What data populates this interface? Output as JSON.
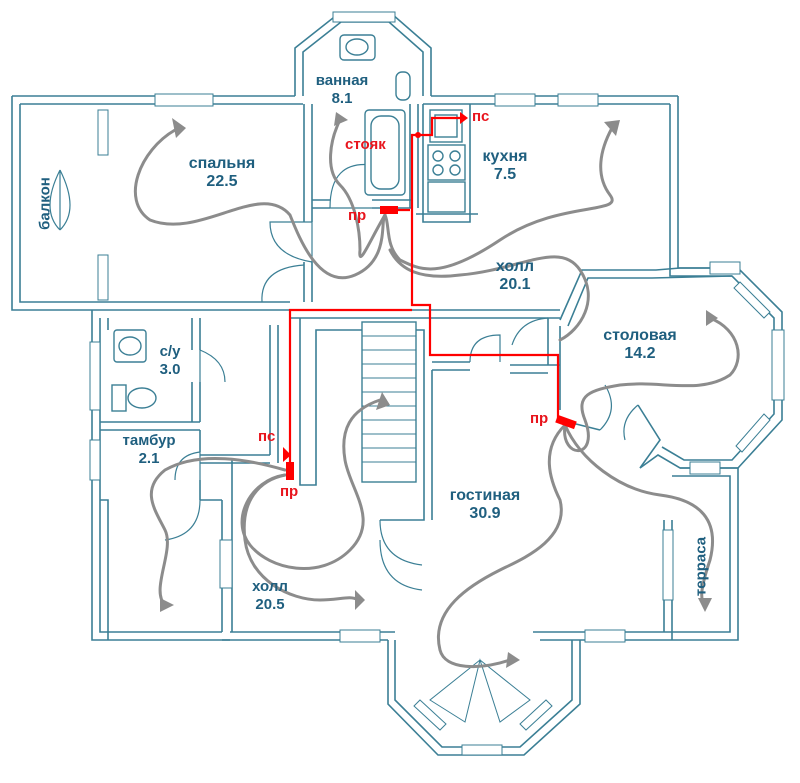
{
  "colors": {
    "wall": "#3b7f95",
    "room_text": "#1f5f7f",
    "duct": "#ff0000",
    "duct_text": "#e8141c",
    "airflow_arrow": "#8c8c8c"
  },
  "rooms": {
    "bathroom": {
      "name": "ванная",
      "area": "8.1"
    },
    "bedroom": {
      "name": "спальня",
      "area": "22.5"
    },
    "kitchen": {
      "name": "кухня",
      "area": "7.5"
    },
    "hall_upper": {
      "name": "холл",
      "area": "20.1"
    },
    "dining": {
      "name": "столовая",
      "area": "14.2"
    },
    "wc": {
      "name": "с/у",
      "area": "3.0"
    },
    "vestibule": {
      "name": "тамбур",
      "area": "2.1"
    },
    "living": {
      "name": "гостиная",
      "area": "30.9"
    },
    "hall_lower": {
      "name": "холл",
      "area": "20.5"
    },
    "balcony": {
      "name": "балкон"
    },
    "terrace": {
      "name": "терраса"
    }
  },
  "ventilation": {
    "riser": "стояк",
    "supply": "пс",
    "inlet": "пр"
  }
}
